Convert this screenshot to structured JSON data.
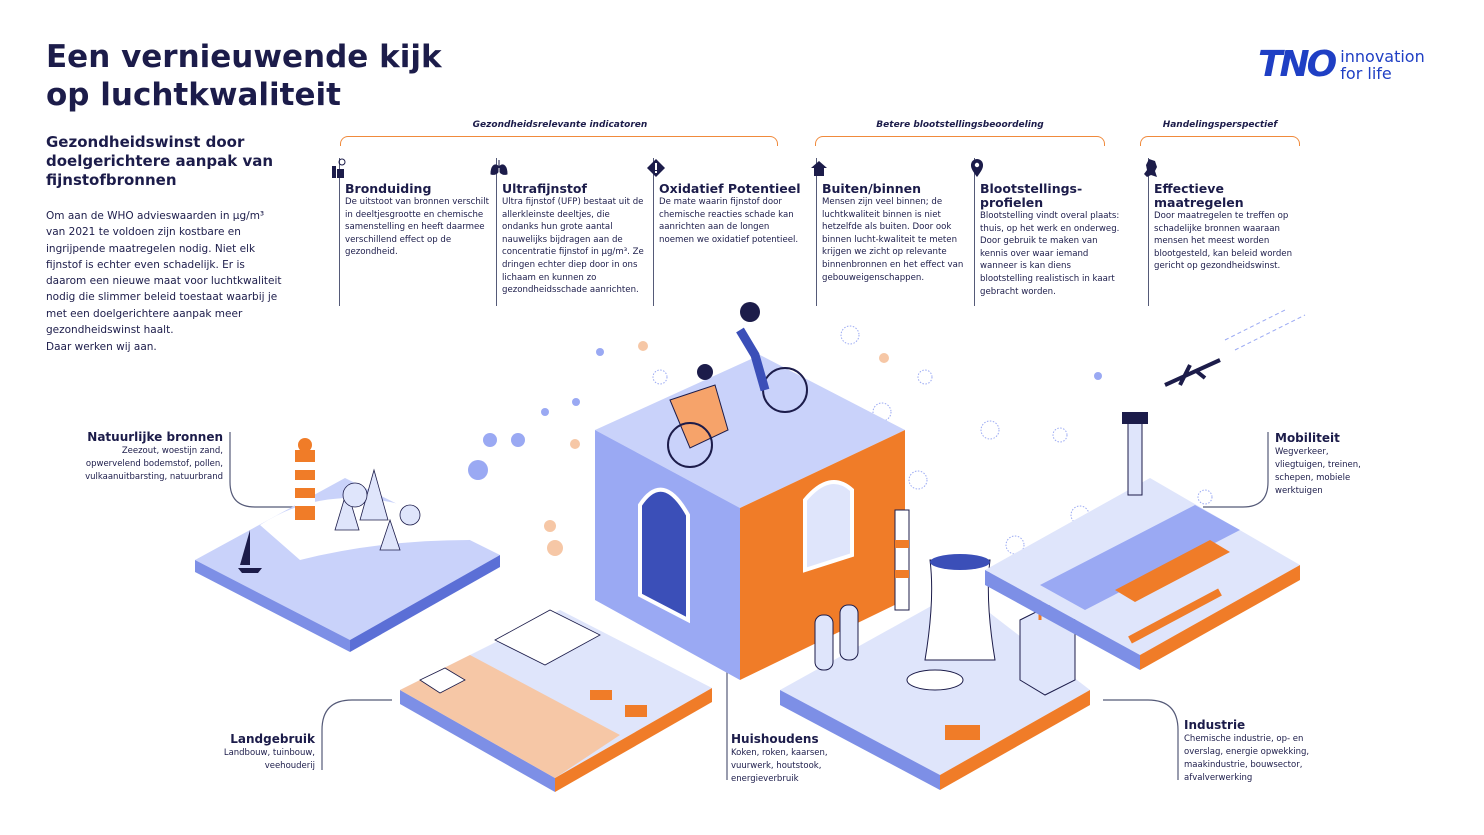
{
  "title": "Een vernieuwende kijk op luchtkwaliteit",
  "logo": {
    "mark": "TNO",
    "tagline_1": "innovation",
    "tagline_2": "for life"
  },
  "subtitle": "Gezondheidswinst door doelgerichtere aanpak van fijnstofbronnen",
  "intro": "Om aan de WHO advieswaarden in µg/m³ van 2021 te voldoen zijn kostbare en ingrijpende maatregelen nodig. Niet elk fijnstof is echter even schadelijk. Er is daarom een nieuwe maat voor luchtkwaliteit nodig die slimmer beleid toestaat waarbij je met een doelgerichtere aanpak meer gezondheidswinst haalt.",
  "intro_closing": "Daar werken wij aan.",
  "groups": [
    {
      "title": "Gezondheidsrelevante indicatoren"
    },
    {
      "title": "Betere blootstellingsbeoordeling"
    },
    {
      "title": "Handelingsperspectief"
    }
  ],
  "columns": [
    {
      "icon": "factory-smoke-icon",
      "title": "Bronduiding",
      "text": "De uitstoot van bronnen verschilt in deeltjesgrootte en chemische samenstelling en heeft daarmee verschillend effect op de gezondheid."
    },
    {
      "icon": "lungs-icon",
      "title": "Ultrafijnstof",
      "text": "Ultra fijnstof (UFP) bestaat uit de allerkleinste deeltjes, die ondanks hun grote aantal nauwelijks bijdragen aan de concentratie fijnstof in µg/m³. Ze dringen echter diep door in ons lichaam en kunnen zo gezondheidsschade aanrichten."
    },
    {
      "icon": "warning-diamond-icon",
      "title": "Oxidatief Potentieel",
      "text": "De mate waarin fijnstof door chemische reacties schade kan aanrichten aan de longen noemen we oxidatief potentieel."
    },
    {
      "icon": "house-icon",
      "title": "Buiten/binnen",
      "text": "Mensen zijn veel binnen; de luchtkwaliteit binnen is niet hetzelfde als buiten. Door ook binnen lucht-kwaliteit te meten krijgen we zicht op relevante binnenbronnen en het effect van gebouweigenschappen."
    },
    {
      "icon": "location-pin-icon",
      "title": "Blootstellings-profielen",
      "text": "Blootstelling vindt overal plaats: thuis, op het werk en onderweg. Door gebruik te maken van kennis over waar iemand wanneer is kan diens blootstelling realistisch in kaart gebracht worden."
    },
    {
      "icon": "netherlands-map-icon",
      "title": "Effectieve maatregelen",
      "text": "Door maatregelen te treffen op schadelijke bronnen waaraan mensen het meest worden blootgesteld, kan beleid worden gericht op gezondheidswinst."
    }
  ],
  "sources": {
    "natural": {
      "title": "Natuurlijke bronnen",
      "text": "Zeezout, woestijn zand, opwervelend bodemstof, pollen, vulkaanuitbarsting, natuurbrand"
    },
    "land": {
      "title": "Landgebruik",
      "text": "Landbouw, tuinbouw, veehouderij"
    },
    "households": {
      "title": "Huishoudens",
      "text": "Koken, roken, kaarsen, vuurwerk, houtstook, energieverbruik"
    },
    "mobility": {
      "title": "Mobiliteit",
      "text": "Wegverkeer, vliegtuigen, treinen, schepen, mobiele werktuigen"
    },
    "industry": {
      "title": "Industrie",
      "text": "Chemische industrie, op- en overslag, energie opwekking, maakindustrie, bouwsector, afvalverwerking"
    }
  },
  "colors": {
    "navy": "#1c1c4a",
    "orange": "#f07c28",
    "blue": "#9aa9f3",
    "light": "#dfe5fb",
    "tno": "#1f3fc4"
  }
}
